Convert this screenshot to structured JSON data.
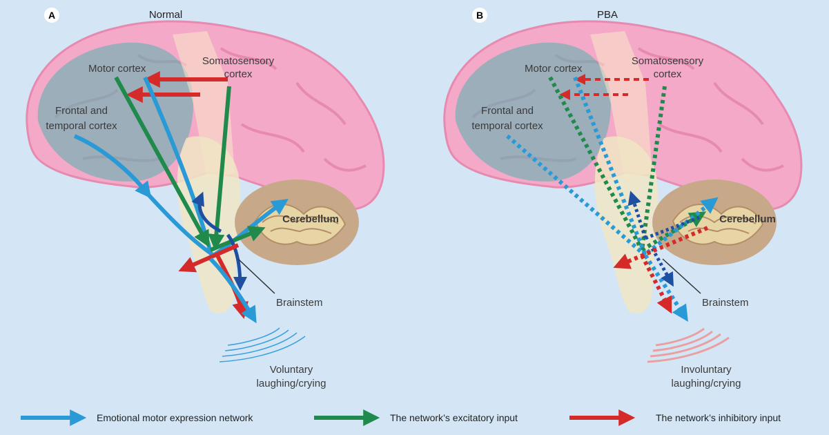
{
  "panels": [
    {
      "letter": "A",
      "title": "Normal",
      "labels": {
        "motor": "Motor cortex",
        "somato_1": "Somatosensory",
        "somato_2": "cortex",
        "frontal_1": "Frontal and",
        "frontal_2": "temporal cortex",
        "cerebellum": "Cerebellum",
        "brainstem": "Brainstem",
        "output_1": "Voluntary",
        "output_2": "laughing/crying"
      }
    },
    {
      "letter": "B",
      "title": "PBA",
      "labels": {
        "motor": "Motor cortex",
        "somato_1": "Somatosensory",
        "somato_2": "cortex",
        "frontal_1": "Frontal and",
        "frontal_2": "temporal cortex",
        "cerebellum": "Cerebellum",
        "brainstem": "Brainstem",
        "output_1": "Involuntary",
        "output_2": "laughing/crying"
      }
    }
  ],
  "legend": [
    {
      "label": "Emotional motor expression network",
      "color": "#2a9ad6"
    },
    {
      "label": "The network’s excitatory input",
      "color": "#1f8a4c"
    },
    {
      "label": "The network’s inhibitory input",
      "color": "#d42a2a"
    }
  ],
  "colors": {
    "background": "#d4e6f5",
    "brain": "#f4a9c8",
    "frontal_region": "#5fb3b0",
    "cerebellum": "#c7a98a",
    "brainstem": "#f0e6c4",
    "blue": "#2a9ad6",
    "dark_blue": "#1e4fa0",
    "green": "#1f8a4c",
    "red": "#d42a2a",
    "wave_normal": "#3aa0dc",
    "wave_pba": "#e8a0a0"
  }
}
